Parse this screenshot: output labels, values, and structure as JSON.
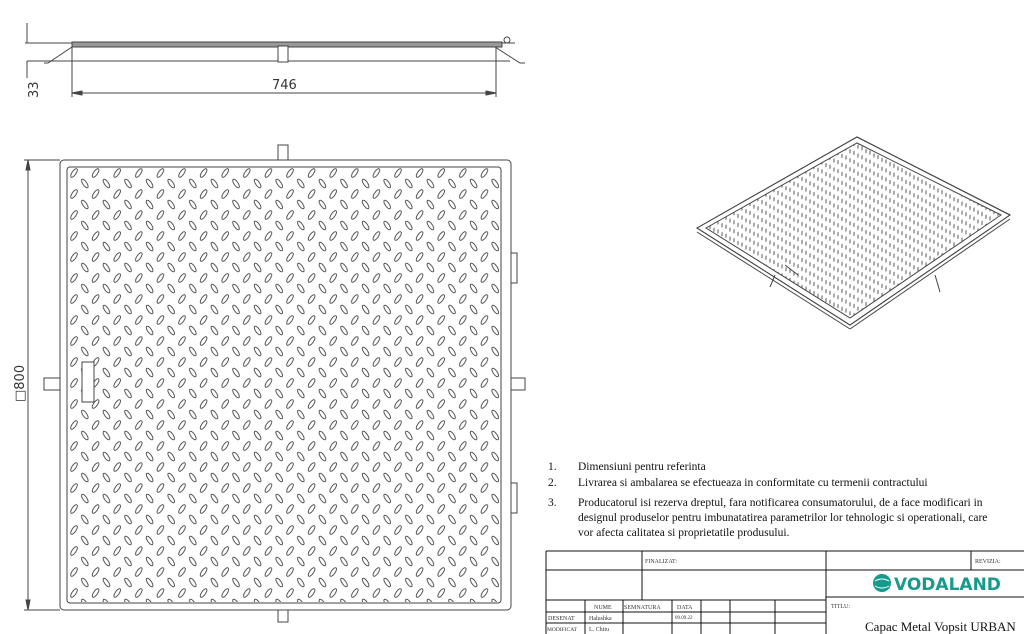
{
  "dimensions": {
    "height": "33",
    "width": "746",
    "side": "□800"
  },
  "notes": [
    {
      "num": "1.",
      "lines": [
        "Dimensiuni pentru referinta"
      ]
    },
    {
      "num": "2.",
      "lines": [
        "Livrarea si ambalarea se efectueaza in conformitate cu termenii contractului"
      ]
    },
    {
      "num": "3.",
      "lines": [
        "Producatorul isi rezerva dreptul, fara notificarea consumatorului, de a face modificari in",
        "designul produselor pentru imbunatatirea parametrilor lor tehnologic si operationali, care",
        "vor afecta calitatea si proprietatile produsului."
      ]
    }
  ],
  "title_block": {
    "finalizat": "FINALIZAT:",
    "revizia": "REVIZIA:",
    "logo": "VODALAND",
    "headers": {
      "nume": "NUME",
      "semnatura": "SEMNATURA",
      "data": "DATA"
    },
    "rows": [
      {
        "role": "DESENAT",
        "name": "Halushka",
        "date": "09.09.22"
      },
      {
        "role": "MODIFICAT",
        "name": "L. Chitu",
        "date": ""
      }
    ],
    "titlu_label": "TITLU:",
    "title": "Capac Metal Vopsit URBAN",
    "brand_color": "#179a8c"
  }
}
